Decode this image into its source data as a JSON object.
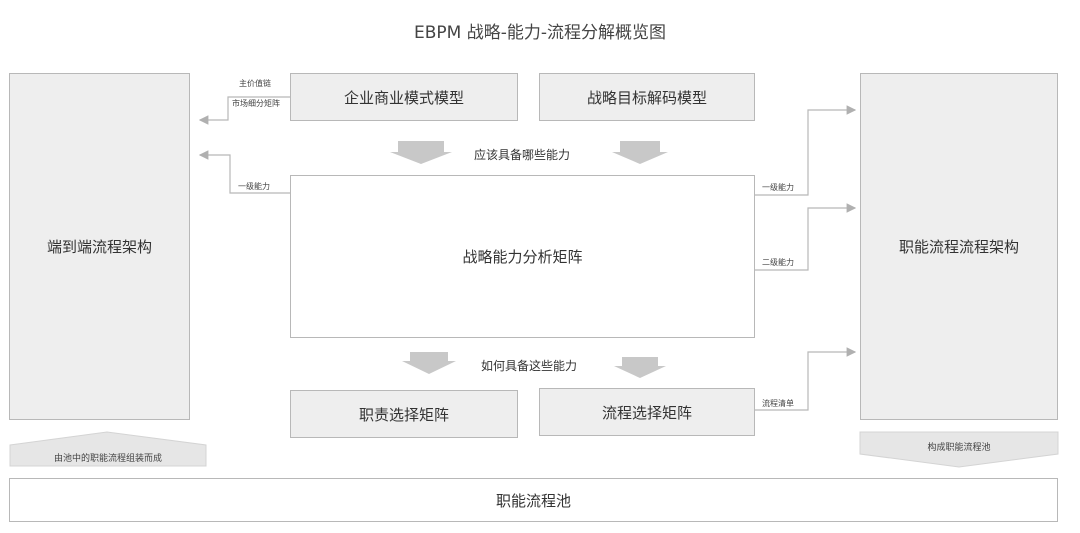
{
  "title": "EBPM 战略-能力-流程分解概览图",
  "boxes": {
    "end_to_end": "端到端流程架构",
    "business_model": "企业商业模式模型",
    "strategy_goal": "战略目标解码模型",
    "capability_matrix": "战略能力分析矩阵",
    "functional_arch": "职能流程流程架构",
    "duty_matrix": "职责选择矩阵",
    "process_matrix": "流程选择矩阵",
    "process_pool": "职能流程池"
  },
  "labels": {
    "value_chain": "主价值链",
    "market_segment": "市场细分矩阵",
    "level1_left": "一级能力",
    "level1_right": "一级能力",
    "level2_right": "二级能力",
    "process_list": "流程清单",
    "should_have": "应该具备哪些能力",
    "how_have": "如何具备这些能力",
    "pool_assemble": "由池中的职能流程组装而成",
    "form_pool": "构成职能流程池"
  }
}
